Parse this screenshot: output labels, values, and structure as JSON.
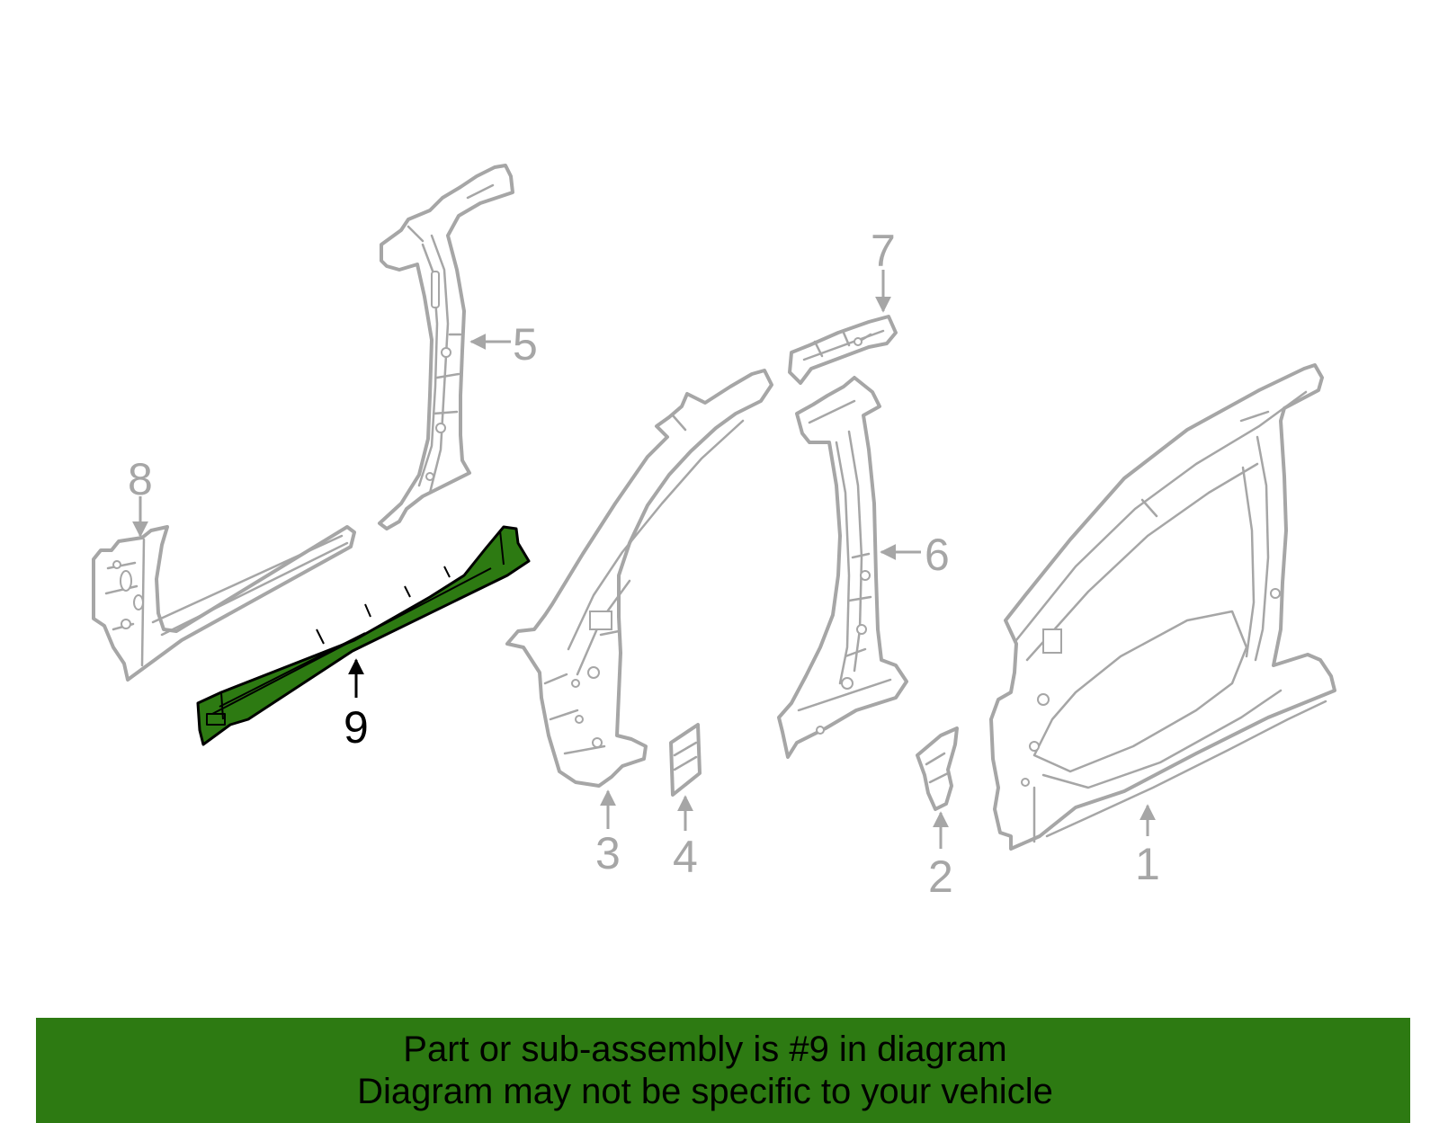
{
  "diagram": {
    "highlight_color": "#2d7a12",
    "highlighted_part": "9",
    "callouts": [
      "1",
      "2",
      "3",
      "4",
      "5",
      "6",
      "7",
      "8",
      "9"
    ]
  },
  "banner": {
    "background": "#2d7a12",
    "line1": "Part or sub-assembly is #9 in diagram",
    "line2": "Diagram may not be specific to your vehicle"
  }
}
